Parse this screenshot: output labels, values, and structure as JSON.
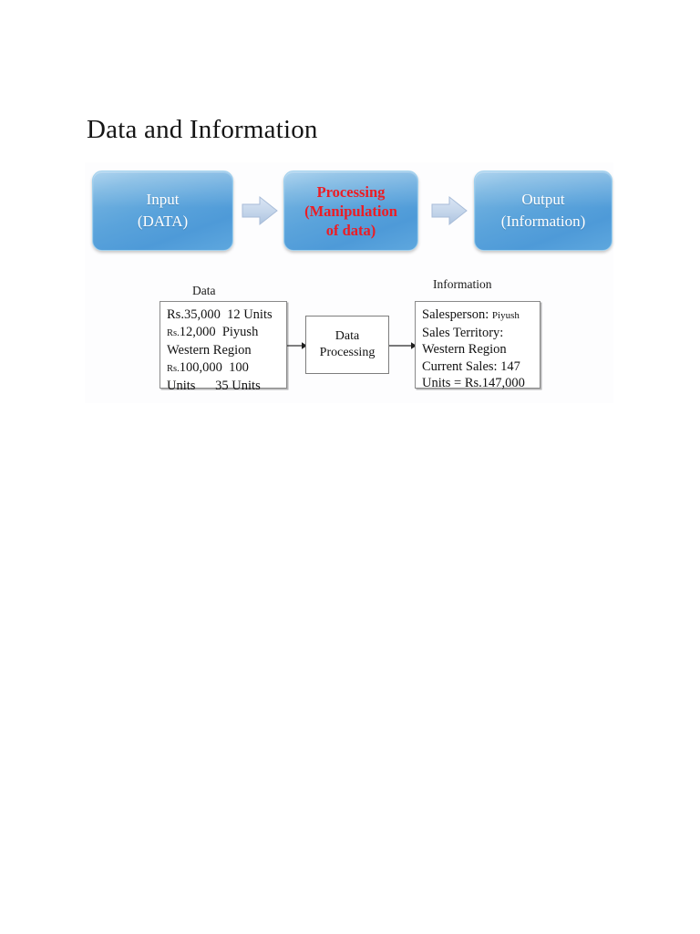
{
  "page": {
    "title": "Data and Information",
    "background_color": "#ffffff"
  },
  "colors": {
    "box_blue_light": "#8dc2e8",
    "box_blue_dark": "#4e9ad8",
    "box_border": "#9ed0ee",
    "red_text": "#ec1c24",
    "white_text": "#ffffff",
    "arrow_fill": "#c2d4ea",
    "arrow_border": "#9fb7d8",
    "outline_gray": "#8a8a8a",
    "body_text": "#121212"
  },
  "flow": {
    "boxes": [
      {
        "id": "input",
        "line1": "Input",
        "line2": "(DATA)",
        "line3": "",
        "text_color": "#ffffff"
      },
      {
        "id": "processing",
        "line1": "Processing",
        "line2": "(Manipulation",
        "line3": "of data)",
        "text_color": "#ec1c24"
      },
      {
        "id": "output",
        "line1": "Output",
        "line2": "(Information)",
        "line3": "",
        "text_color": "#ffffff"
      }
    ],
    "arrows": [
      {
        "id": "arrow-input-to-processing",
        "direction": "right"
      },
      {
        "id": "arrow-processing-to-output",
        "direction": "right"
      }
    ]
  },
  "detail": {
    "data_label": "Data",
    "information_label": "Information",
    "data_box_lines": [
      {
        "prefix": "Rs.",
        "prefix_small": false,
        "rest": "35,000  12 Units"
      },
      {
        "prefix": "Rs.",
        "prefix_small": true,
        "rest": "12,000  Piyush"
      },
      {
        "prefix": "",
        "prefix_small": false,
        "rest": "Western Region"
      },
      {
        "prefix": "Rs.",
        "prefix_small": true,
        "rest": "100,000  100"
      },
      {
        "prefix": "",
        "prefix_small": false,
        "rest": "Units      35 Units"
      }
    ],
    "processing_box_lines": [
      "Data",
      "Processing"
    ],
    "information_box_lines": [
      {
        "main": "Salesperson: ",
        "small": "Piyush"
      },
      {
        "main": "Sales Territory:",
        "small": ""
      },
      {
        "main": "Western Region",
        "small": ""
      },
      {
        "main": "Current Sales: 147",
        "small": ""
      },
      {
        "main": "Units = Rs.147,000",
        "small": ""
      }
    ],
    "connectors": [
      {
        "id": "connector-data-to-processing",
        "direction": "right"
      },
      {
        "id": "connector-processing-to-information",
        "direction": "right"
      }
    ]
  }
}
